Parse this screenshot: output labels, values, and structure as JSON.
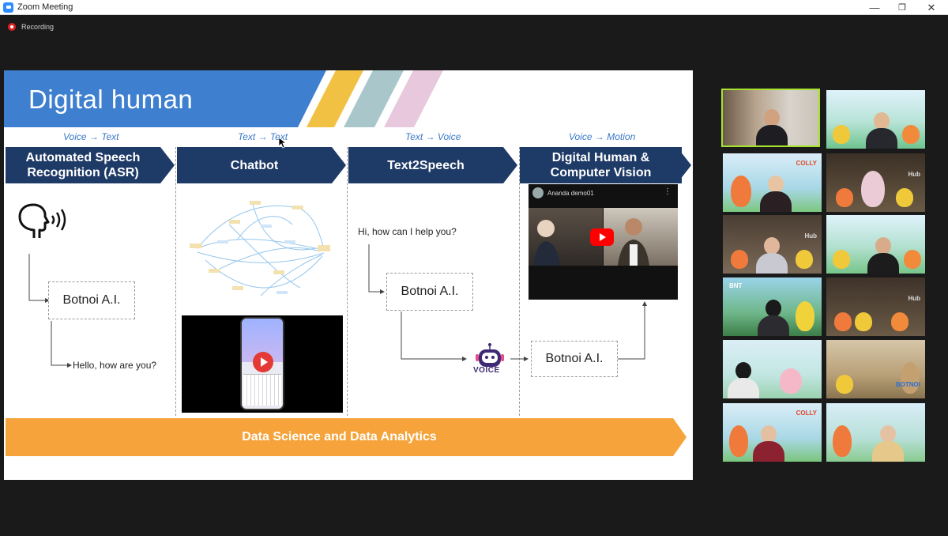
{
  "window": {
    "title": "Zoom Meeting",
    "minimize": "—",
    "maximize": "❐",
    "close": "✕"
  },
  "recording": {
    "label": "Recording"
  },
  "slide": {
    "title": "Digital human",
    "header_colors": {
      "banner": "#3f7fd0",
      "stripe1": "#f0c142",
      "stripe2": "#a9c7cb",
      "stripe3": "#e8c8dc"
    },
    "stages": [
      {
        "caption": "Voice → Text",
        "label_line1": "Automated Speech",
        "label_line2": "Recognition (ASR)"
      },
      {
        "caption": "Text → Text",
        "label_line1": "Chatbot",
        "label_line2": ""
      },
      {
        "caption": "Text → Voice",
        "label_line1": "Text2Speech",
        "label_line2": ""
      },
      {
        "caption": "Voice → Motion",
        "label_line1": "Digital Human &",
        "label_line2": "Computer Vision"
      }
    ],
    "asr": {
      "box": "Botnoi A.I.",
      "reply": "Hello, how are you?"
    },
    "tts": {
      "prompt": "Hi, how can I help you?",
      "box": "Botnoi A.I."
    },
    "voice_icon_label": "VOICE",
    "dh": {
      "video_title": "Ananda demo01",
      "more": "⋮",
      "box": "Botnoi A.I."
    },
    "bottom_bar": {
      "label": "Data Science and Data Analytics",
      "color": "#f5a33a"
    },
    "stage_color": "#1e3a66"
  }
}
